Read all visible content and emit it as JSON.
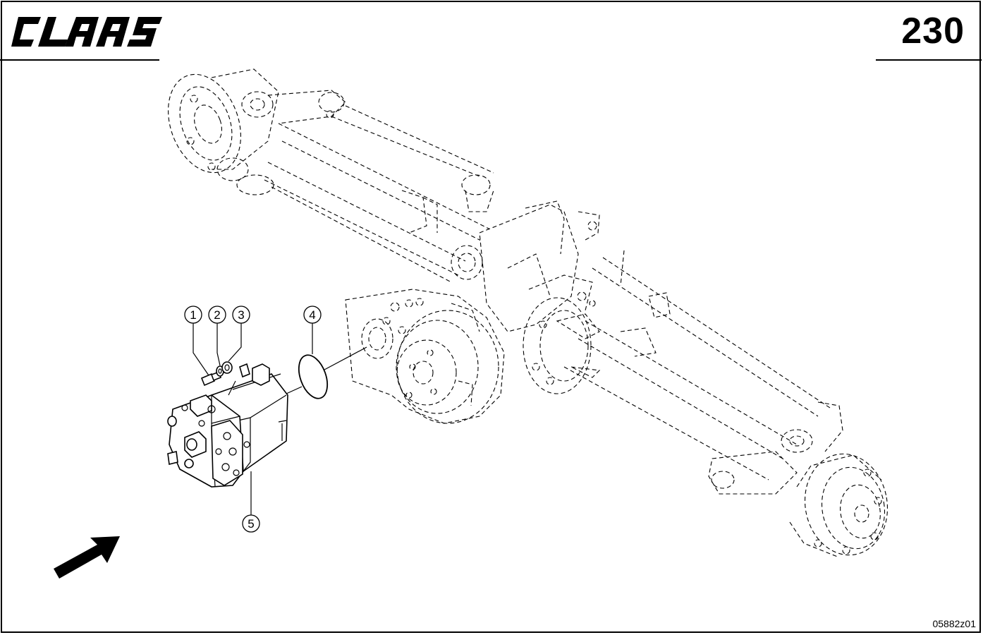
{
  "header": {
    "brand": "CLAAS",
    "page_number": "230"
  },
  "drawing": {
    "code": "05882z01",
    "callouts": [
      "1",
      "2",
      "3",
      "4",
      "5"
    ],
    "direction_icon": "arrow-icon"
  },
  "colors": {
    "ink": "#000000",
    "paper": "#ffffff"
  }
}
